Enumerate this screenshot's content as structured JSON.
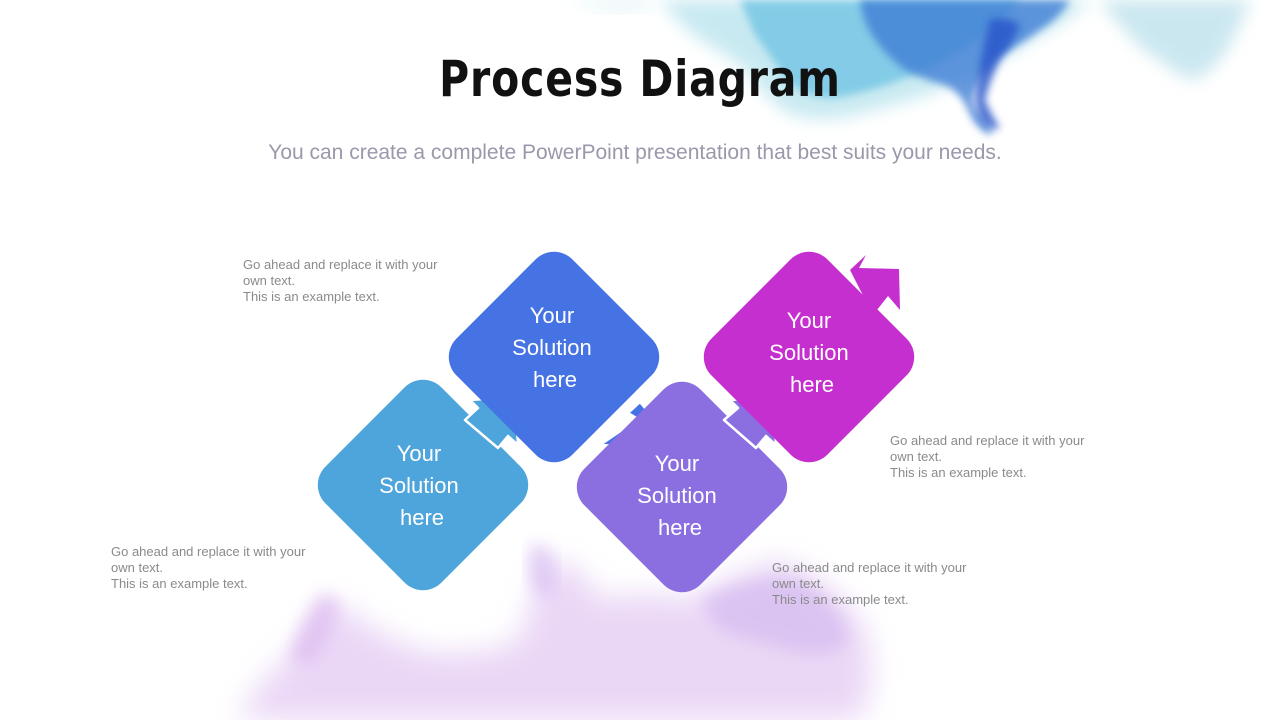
{
  "slide": {
    "title": "Process Diagram",
    "subtitle": "You can create a complete PowerPoint presentation that best suits your needs."
  },
  "colors": {
    "step1": "#4ea5dc",
    "step2": "#4673e3",
    "step3": "#8b6fe0",
    "step4": "#c62fcf",
    "connector_border": "#ffffff"
  },
  "diagram": {
    "steps": [
      {
        "lines": [
          "Your",
          "Solution",
          "here"
        ],
        "color": "#4ea5dc"
      },
      {
        "lines": [
          "Your",
          "Solution",
          "here"
        ],
        "color": "#4673e3"
      },
      {
        "lines": [
          "Your",
          "Solution",
          "here"
        ],
        "color": "#8b6fe0"
      },
      {
        "lines": [
          "Your",
          "Solution",
          "here"
        ],
        "color": "#c62fcf"
      }
    ]
  },
  "notes": [
    {
      "line1": "Go ahead and replace it with your",
      "line2": "own text.",
      "line3": "This is an example text."
    },
    {
      "line1": "Go ahead and replace it with your",
      "line2": "own text.",
      "line3": "This is an example text."
    },
    {
      "line1": "Go ahead and replace it with your",
      "line2": "own text.",
      "line3": "This is an example text."
    },
    {
      "line1": "Go ahead and replace it with your",
      "line2": "own text.",
      "line3": "This is an example text."
    }
  ]
}
